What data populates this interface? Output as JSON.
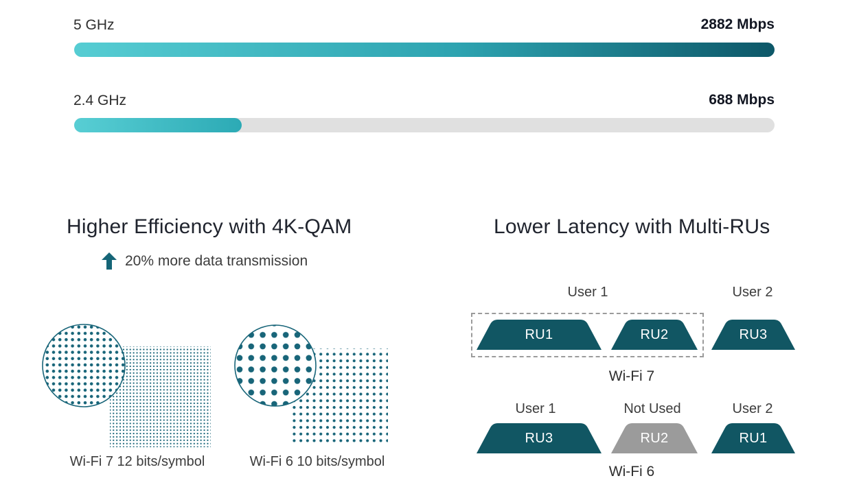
{
  "chart_data": {
    "type": "bar",
    "categories": [
      "5 GHz",
      "2.4 GHz"
    ],
    "values": [
      2882,
      688
    ],
    "unit": "Mbps",
    "title": "",
    "xlabel": "",
    "ylabel": ""
  },
  "bands": [
    {
      "label": "5 GHz",
      "value": "2882 Mbps",
      "percent": 100
    },
    {
      "label": "2.4 GHz",
      "value": "688 Mbps",
      "percent": 23.9
    }
  ],
  "efficiency": {
    "title": "Higher Efficiency with 4K-QAM",
    "note": "20% more data transmission",
    "arrow_icon": "arrow-up",
    "items": [
      {
        "label": "Wi-Fi 7 12 bits/symbol"
      },
      {
        "label": "Wi-Fi 6 10 bits/symbol"
      }
    ]
  },
  "latency": {
    "title": "Lower Latency with Multi-RUs",
    "wifi7": {
      "caption": "Wi-Fi 7",
      "user_labels": [
        "User 1",
        "User 2"
      ],
      "rus": [
        "RU1",
        "RU2",
        "RU3"
      ]
    },
    "wifi6": {
      "caption": "Wi-Fi 6",
      "user_labels": [
        "User 1",
        "Not Used",
        "User 2"
      ],
      "rus": [
        "RU3",
        "RU2",
        "RU1"
      ]
    }
  },
  "colors": {
    "teal_dark": "#115663",
    "teal_dot": "#186579",
    "bar_gradient_start": "#56cdd3",
    "bar_gradient_end_5g": "#0d5768",
    "bar_gradient_end_24g": "#2caab5",
    "track_gray": "#e0e0e0",
    "ru_unused_gray": "#9b9b9b",
    "heading_text": "#20242e"
  }
}
